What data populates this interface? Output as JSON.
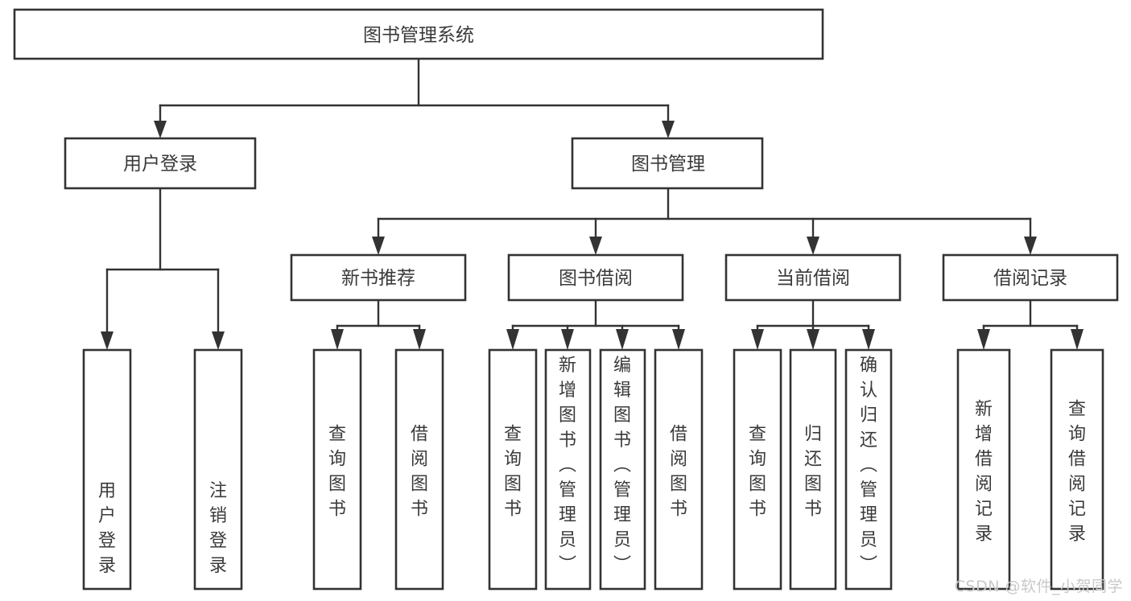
{
  "diagram": {
    "title": "图书管理系统",
    "type": "hierarchy-tree",
    "root": {
      "id": "root",
      "label": "图书管理系统",
      "orientation": "horizontal"
    },
    "level1": [
      {
        "id": "user-login",
        "label": "用户登录",
        "orientation": "horizontal"
      },
      {
        "id": "book-management",
        "label": "图书管理",
        "orientation": "horizontal"
      }
    ],
    "level2": [
      {
        "id": "new-book-recommend",
        "label": "新书推荐",
        "orientation": "horizontal",
        "parent": "book-management"
      },
      {
        "id": "book-borrow",
        "label": "图书借阅",
        "orientation": "horizontal",
        "parent": "book-management"
      },
      {
        "id": "current-borrow",
        "label": "当前借阅",
        "orientation": "horizontal",
        "parent": "book-management"
      },
      {
        "id": "borrow-record",
        "label": "借阅记录",
        "orientation": "horizontal",
        "parent": "book-management"
      }
    ],
    "leaves": {
      "user_login": [
        {
          "id": "leaf-user-login",
          "label": "用户登录",
          "orientation": "vertical"
        },
        {
          "id": "leaf-logout",
          "label": "注销登录",
          "orientation": "vertical"
        }
      ],
      "new_book_recommend": [
        {
          "id": "leaf-query-book-1",
          "label": "查询图书",
          "orientation": "vertical"
        },
        {
          "id": "leaf-borrow-book-1",
          "label": "借阅图书",
          "orientation": "vertical"
        }
      ],
      "book_borrow": [
        {
          "id": "leaf-query-book-2",
          "label": "查询图书",
          "orientation": "vertical"
        },
        {
          "id": "leaf-add-book",
          "label": "新增图书（管理员）",
          "orientation": "vertical"
        },
        {
          "id": "leaf-edit-book",
          "label": "编辑图书（管理员）",
          "orientation": "vertical"
        },
        {
          "id": "leaf-borrow-book-2",
          "label": "借阅图书",
          "orientation": "vertical"
        }
      ],
      "current_borrow": [
        {
          "id": "leaf-query-book-3",
          "label": "查询图书",
          "orientation": "vertical"
        },
        {
          "id": "leaf-return-book",
          "label": "归还图书",
          "orientation": "vertical"
        },
        {
          "id": "leaf-confirm-return",
          "label": "确认归还（管理员）",
          "orientation": "vertical"
        }
      ],
      "borrow_record": [
        {
          "id": "leaf-add-record",
          "label": "新增借阅记录",
          "orientation": "vertical"
        },
        {
          "id": "leaf-query-record",
          "label": "查询借阅记录",
          "orientation": "vertical"
        }
      ]
    },
    "colors": {
      "stroke": "#333333",
      "fill": "#ffffff",
      "text": "#3a3a3a",
      "background": "#ffffff",
      "watermark": "#c9c9c9"
    }
  },
  "watermark": {
    "text": "CSDN @软件_小贺同学"
  }
}
